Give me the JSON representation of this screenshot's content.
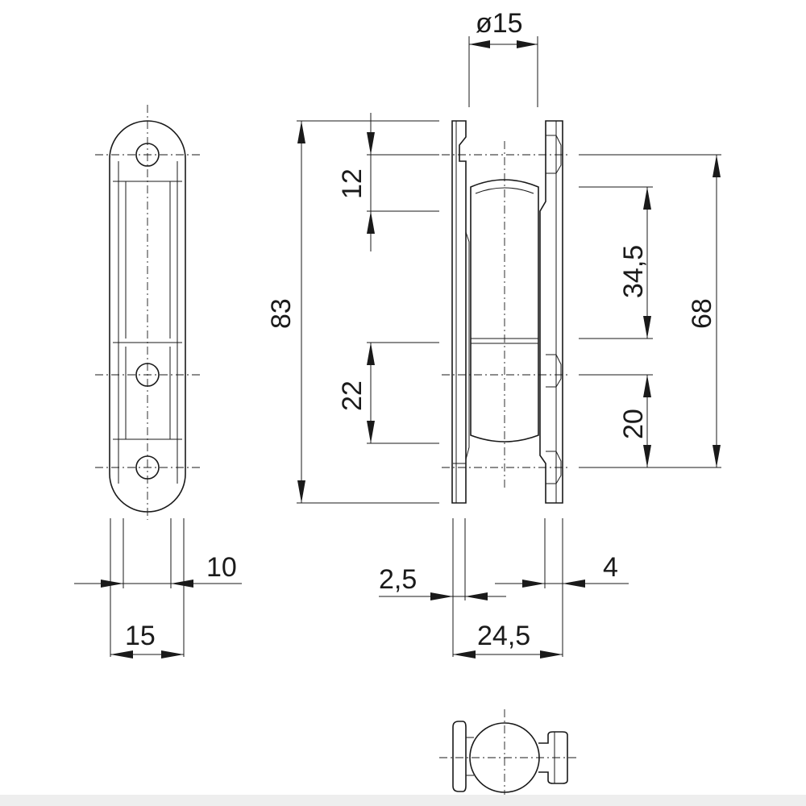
{
  "dimensions": {
    "diameter": "ø15",
    "overall_height": "83",
    "top_segment": "12",
    "lower_segment": "22",
    "upper_span": "34,5",
    "hole_spacing": "68",
    "lower_span": "20",
    "plate_thickness_left": "2,5",
    "plate_thickness_right": "4",
    "total_depth": "24,5",
    "side_width": "15",
    "side_inner": "10"
  }
}
